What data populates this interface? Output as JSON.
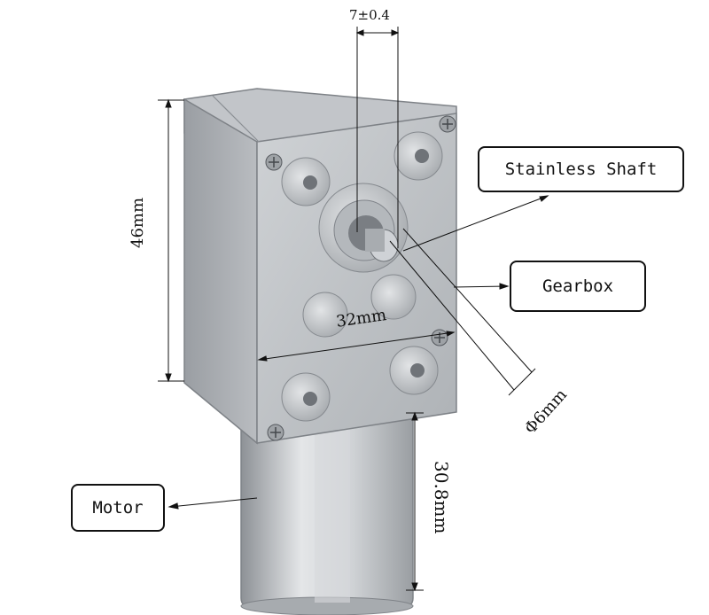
{
  "labels": {
    "stainless_shaft": "Stainless Shaft",
    "gearbox": "Gearbox",
    "motor": "Motor"
  },
  "dimensions": {
    "shaft_offset": "7±0.4",
    "height": "46mm",
    "width": "32mm",
    "shaft_diameter": "Φ6mm",
    "motor_diameter": "30.8mm"
  },
  "colors": {
    "metal_light": "#d4d6d9",
    "metal_mid": "#b3b6ba",
    "metal_dark": "#8c9095",
    "line": "#111111"
  }
}
